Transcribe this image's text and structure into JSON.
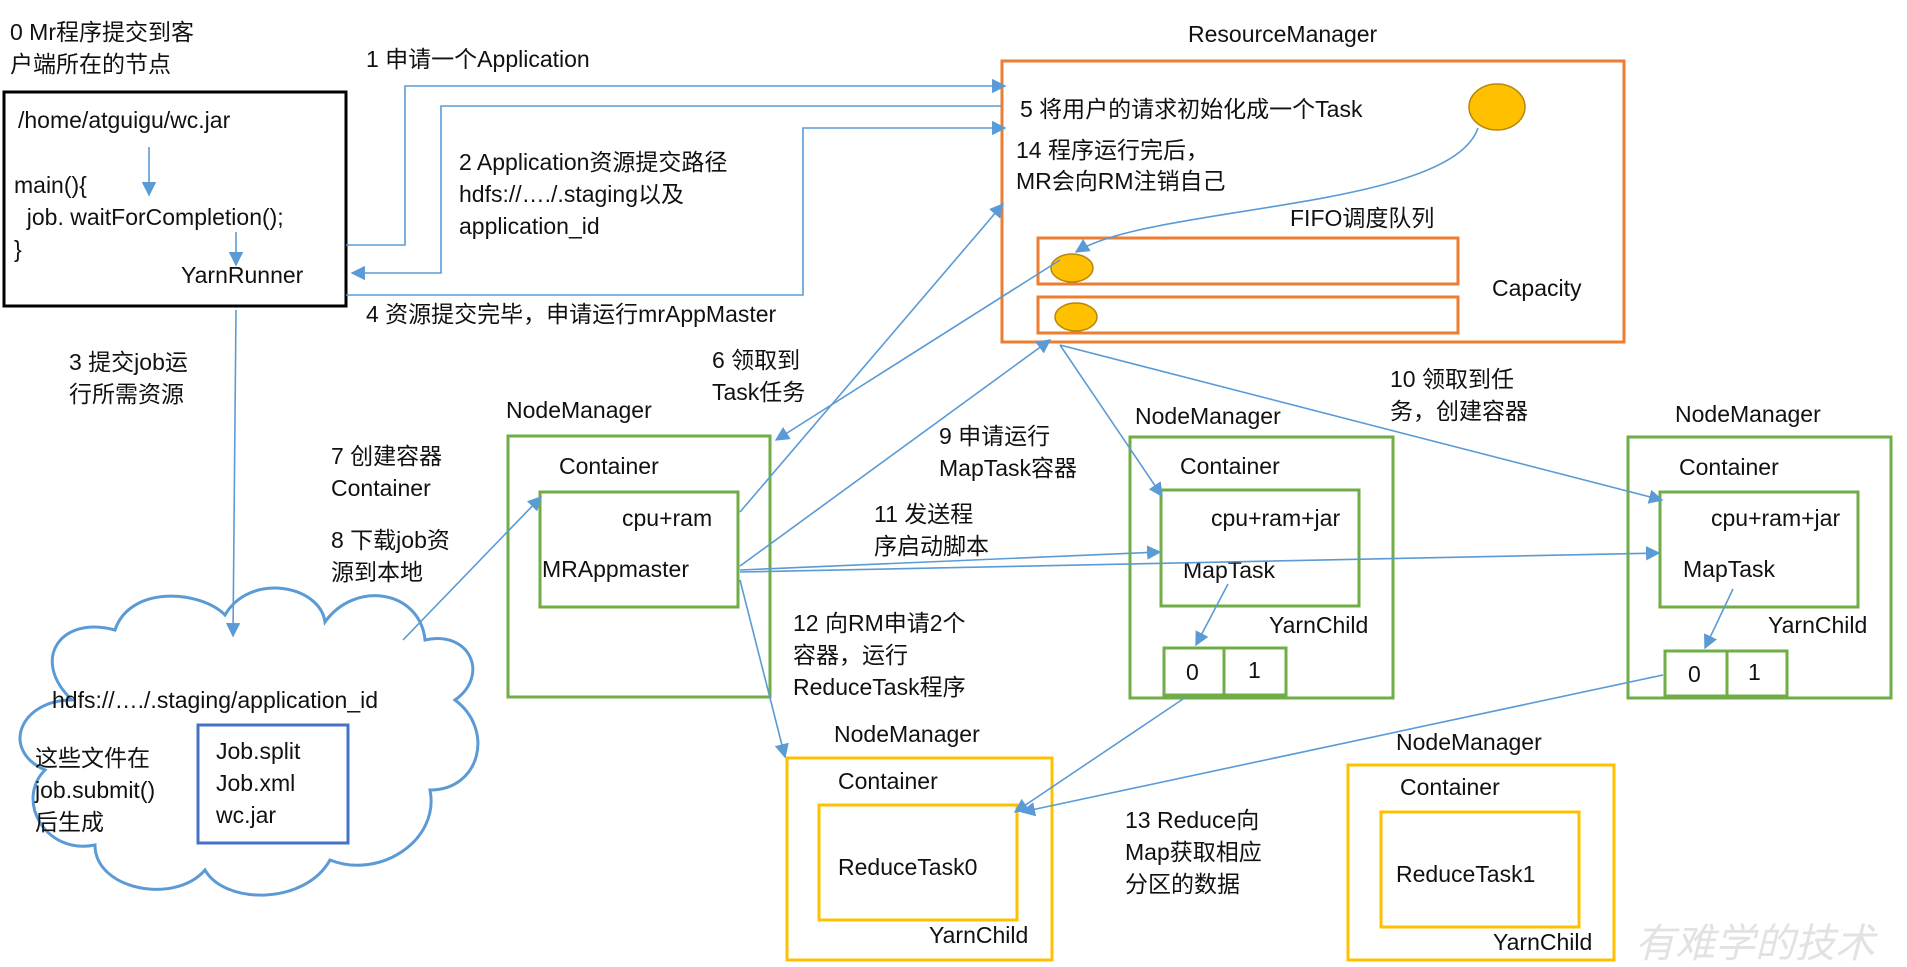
{
  "colors": {
    "client_border": "#000000",
    "resourcemanager_border": "#ED7D31",
    "nodemanager_border": "#70AD47",
    "reduce_node_border": "#FFC000",
    "hdfs_box_border": "#4472C4",
    "cloud_border": "#5B9BD5",
    "arrow": "#5B9BD5",
    "task_fill": "#FFC000"
  },
  "client": {
    "caption": [
      "0 Mr程序提交到客",
      "户端所在的节点"
    ],
    "jar_path": "/home/atguigu/wc.jar",
    "code": [
      "main(){",
      "  job. waitForCompletion();",
      "}"
    ],
    "runner": "YarnRunner"
  },
  "resource_manager": {
    "title": "ResourceManager",
    "init_task": "5 将用户的请求初始化成一个Task",
    "finish_note": [
      "14 程序运行完后，",
      "MR会向RM注销自己"
    ],
    "fifo_label": "FIFO调度队列",
    "capacity_label": "Capacity"
  },
  "steps": {
    "s1": "1 申请一个Application",
    "s2": [
      "2 Application资源提交路径",
      "hdfs://…./.staging以及",
      "application_id"
    ],
    "s3": [
      "3 提交job运",
      "行所需资源"
    ],
    "s4": "4 资源提交完毕，申请运行mrAppMaster",
    "s6": [
      "6 领取到",
      "Task任务"
    ],
    "s7": [
      "7 创建容器",
      "Container"
    ],
    "s8": [
      "8 下载job资",
      "源到本地"
    ],
    "s9": [
      "9 申请运行",
      "MapTask容器"
    ],
    "s10": [
      "10 领取到任",
      "务，创建容器"
    ],
    "s11": [
      "11 发送程",
      "序启动脚本"
    ],
    "s12": [
      "12 向RM申请2个",
      "容器，运行",
      "ReduceTask程序"
    ],
    "s13": [
      "13 Reduce向",
      "Map获取相应",
      "分区的数据"
    ]
  },
  "node_am": {
    "title": "NodeManager",
    "container": "Container",
    "resources": "cpu+ram",
    "app": "MRAppmaster"
  },
  "map_nodes": [
    {
      "title": "NodeManager",
      "container": "Container",
      "resources": "cpu+ram+jar",
      "task": "MapTask",
      "child": "YarnChild",
      "partitions": [
        "0",
        "1"
      ]
    },
    {
      "title": "NodeManager",
      "container": "Container",
      "resources": "cpu+ram+jar",
      "task": "MapTask",
      "child": "YarnChild",
      "partitions": [
        "0",
        "1"
      ]
    }
  ],
  "reduce_nodes": [
    {
      "title": "NodeManager",
      "container": "Container",
      "task": "ReduceTask0",
      "child": "YarnChild"
    },
    {
      "title": "NodeManager",
      "container": "Container",
      "task": "ReduceTask1",
      "child": "YarnChild"
    }
  ],
  "hdfs": {
    "path": "hdfs://…./.staging/application_id",
    "note": [
      "这些文件在",
      "job.submit()",
      "后生成"
    ],
    "files": [
      "Job.split",
      "Job.xml",
      "wc.jar"
    ]
  },
  "watermark": "有难学的技术"
}
